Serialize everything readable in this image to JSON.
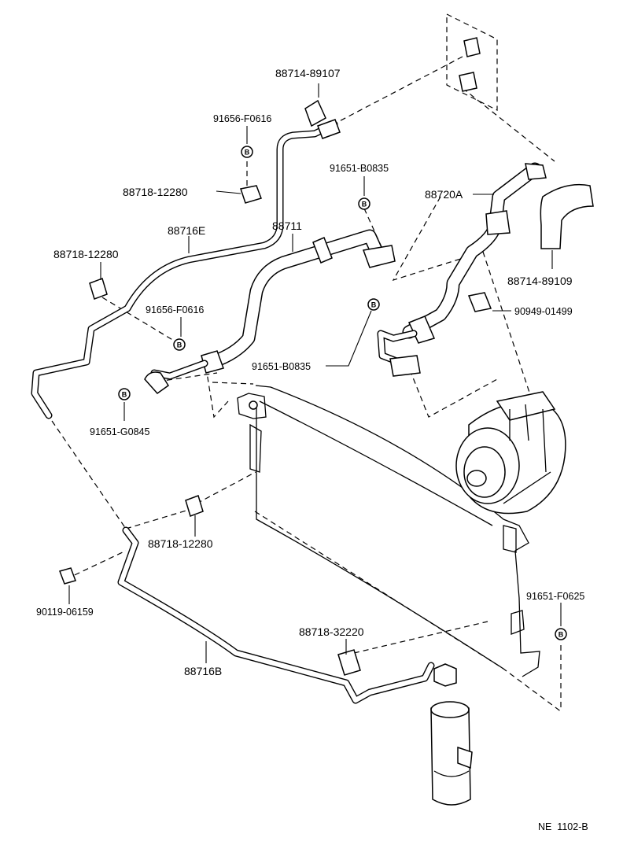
{
  "labels": {
    "hose_88714_89107": "88714-89107",
    "clip_91656_f0616_top": "91656-F0616",
    "clamp_88718_12280_top": "88718-12280",
    "pipe_88716e": "88716E",
    "clamp_88718_12280_left": "88718-12280",
    "clip_91656_f0616_mid": "91656-F0616",
    "bolt_91651_g0845": "91651-G0845",
    "hose_88711": "88711",
    "bolt_91651_b0835_top": "91651-B0835",
    "bolt_91651_b0835_mid": "91651-B0835",
    "hose_88720a": "88720A",
    "hose_88714_89109": "88714-89109",
    "clamp_90949_01499": "90949-01499",
    "clamp_88718_12280_low": "88718-12280",
    "bolt_90119_06159": "90119-06159",
    "pipe_88716b": "88716B",
    "clamp_88718_32220": "88718-32220",
    "bolt_91651_f0625": "91651-F0625",
    "footer_code": "NE  1102-B"
  },
  "badge_letter": "B"
}
